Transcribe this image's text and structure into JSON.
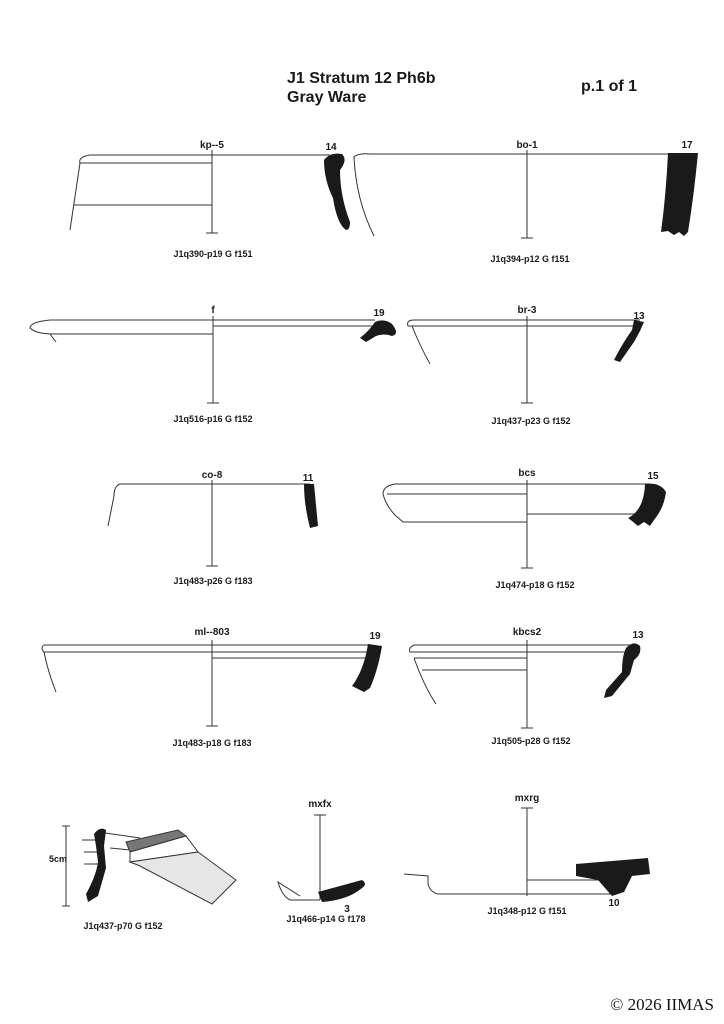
{
  "header": {
    "title_line1": "J1 Stratum 12 Ph6b",
    "title_line2": "Gray Ware",
    "page": "p.1 of 1"
  },
  "sherds": [
    {
      "type": "kp--5",
      "number": "14",
      "label": "J1q390-p19 G f151"
    },
    {
      "type": "bo-1",
      "number": "17",
      "label": "J1q394-p12 G f151"
    },
    {
      "type": "f",
      "number": "19",
      "label": "J1q516-p16 G f152"
    },
    {
      "type": "br-3",
      "number": "13",
      "label": "J1q437-p23 G f152"
    },
    {
      "type": "co-8",
      "number": "11",
      "label": "J1q483-p26 G f183"
    },
    {
      "type": "bcs",
      "number": "15",
      "label": "J1q474-p18 G f152"
    },
    {
      "type": "ml--803",
      "number": "19",
      "label": "J1q483-p18 G f183"
    },
    {
      "type": "kbcs2",
      "number": "13",
      "label": "J1q505-p28 G f152"
    },
    {
      "type": "",
      "number": "",
      "label": "J1q437-p70 G f152"
    },
    {
      "type": "mxfx",
      "number": "3",
      "label": "J1q466-p14 G f178"
    },
    {
      "type": "mxrg",
      "number": "10",
      "label": "J1q348-p12 G f151"
    }
  ],
  "scale": {
    "label": "5cm"
  },
  "footer": {
    "copyright": "© 2026 IIMAS"
  },
  "colors": {
    "ink": "#1a1a1a",
    "line": "#333333",
    "shade": "#e6e6e6"
  }
}
